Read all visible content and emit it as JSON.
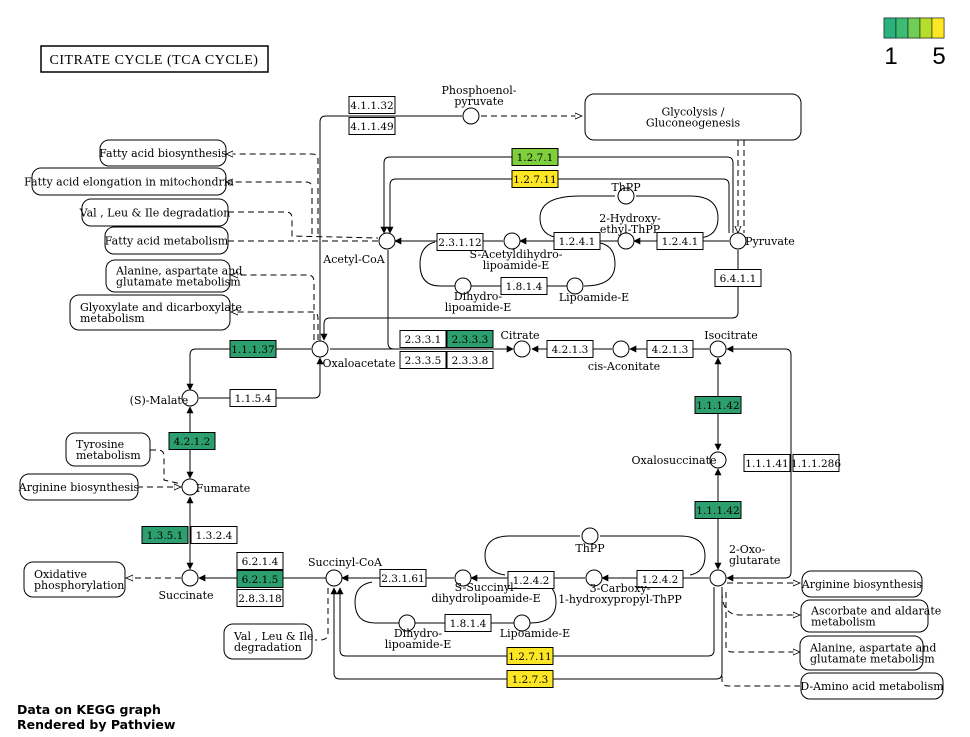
{
  "title": "CITRATE  CYCLE  (TCA CYCLE)",
  "footer": {
    "line1": "Data on KEGG graph",
    "line2": "Rendered by Pathview"
  },
  "legend": {
    "min_label": "1",
    "max_label": "5",
    "colors": [
      "#2db27d",
      "#3fbc73",
      "#6ece58",
      "#b5de2b",
      "#fde725"
    ]
  },
  "node_colors": {
    "white": "#ffffff",
    "green": "#2d9f6f",
    "light_green": "#7fce3c",
    "yellow": "#fde725"
  },
  "compounds": {
    "pep": "Phosphoenol-\npyruvate",
    "acetyl_coa": "Acetyl-CoA",
    "pyruvate": "Pyruvate",
    "thpp_top": "ThPP",
    "hydroxyethyl": "2-Hydroxy-\nethyl-ThPP",
    "s_acetyl": "S-Acetyldihydro-\nlipoamide-E",
    "dihydro_top": "Dihydro-\nlipoamide-E",
    "lipoamide_top": "Lipoamide-E",
    "oxaloacetate": "Oxaloacetate",
    "citrate": "Citrate",
    "cis_aconitate": "cis-Aconitate",
    "isocitrate": "Isocitrate",
    "malate": "(S)-Malate",
    "fumarate": "Fumarate",
    "oxalosuccinate": "Oxalosuccinate",
    "succinate": "Succinate",
    "succinyl_coa": "Succinyl-CoA",
    "oxoglutarate": "2-Oxo-\nglutarate",
    "thpp_bottom": "ThPP",
    "s_succinyl": "S-Succinyl-\ndihydrolipoamide-E",
    "carboxy": "3-Carboxy-\n1-hydroxypropyl-ThPP",
    "dihydro_bottom": "Dihydro-\nlipoamide-E",
    "lipoamide_bottom": "Lipoamide-E"
  },
  "maps": {
    "glycolysis": "Glycolysis /\nGluconeogenesis",
    "fatty_biosynthesis": "Fatty acid biosynthesis",
    "fatty_elongation": "Fatty acid elongation in mitochondria",
    "val_leu_ile_top": "Val , Leu & Ile degradation",
    "fatty_metabolism": "Fatty acid metabolism",
    "ala_asp_glu_top": "Alanine, aspartate and\nglutamate metabolism",
    "glyoxylate": "Glyoxylate and dicarboxylate\nmetabolism",
    "tyrosine": "Tyrosine\nmetabolism",
    "arginine_left": "Arginine biosynthesis",
    "oxphos": "Oxidative\nphosphorylation",
    "val_leu_ile_bottom": "Val , Leu & Ile\ndegradation",
    "arginine_right": "Arginine biosynthesis",
    "ascorbate": "Ascorbate and aldarate\nmetabolism",
    "ala_asp_glu_bottom": "Alanine, aspartate and\nglutamate metabolism",
    "d_amino": "D-Amino acid metabolism"
  },
  "enzymes": {
    "e_4_1_1_32": "4.1.1.32",
    "e_4_1_1_49": "4.1.1.49",
    "e_1_2_7_1": "1.2.7.1",
    "e_1_2_7_11_top": "1.2.7.11",
    "e_2_3_1_12": "2.3.1.12",
    "e_1_2_4_1_a": "1.2.4.1",
    "e_1_2_4_1_b": "1.2.4.1",
    "e_1_8_1_4_top": "1.8.1.4",
    "e_6_4_1_1": "6.4.1.1",
    "e_2_3_3_1": "2.3.3.1",
    "e_2_3_3_3": "2.3.3.3",
    "e_2_3_3_5": "2.3.3.5",
    "e_2_3_3_8": "2.3.3.8",
    "e_4_2_1_3_a": "4.2.1.3",
    "e_4_2_1_3_b": "4.2.1.3",
    "e_1_1_1_37": "1.1.1.37",
    "e_1_1_5_4": "1.1.5.4",
    "e_4_2_1_2": "4.2.1.2",
    "e_1_1_1_42_top": "1.1.1.42",
    "e_1_1_1_41": "1.1.1.41",
    "e_1_1_1_286": "1.1.1.286",
    "e_1_1_1_42_bottom": "1.1.1.42",
    "e_1_3_5_1": "1.3.5.1",
    "e_1_3_2_4": "1.3.2.4",
    "e_6_2_1_4": "6.2.1.4",
    "e_6_2_1_5": "6.2.1.5",
    "e_2_8_3_18": "2.8.3.18",
    "e_2_3_1_61": "2.3.1.61",
    "e_1_2_4_2_a": "1.2.4.2",
    "e_1_2_4_2_b": "1.2.4.2",
    "e_1_8_1_4_bottom": "1.8.1.4",
    "e_1_2_7_11_bottom": "1.2.7.11",
    "e_1_2_7_3": "1.2.7.3"
  }
}
